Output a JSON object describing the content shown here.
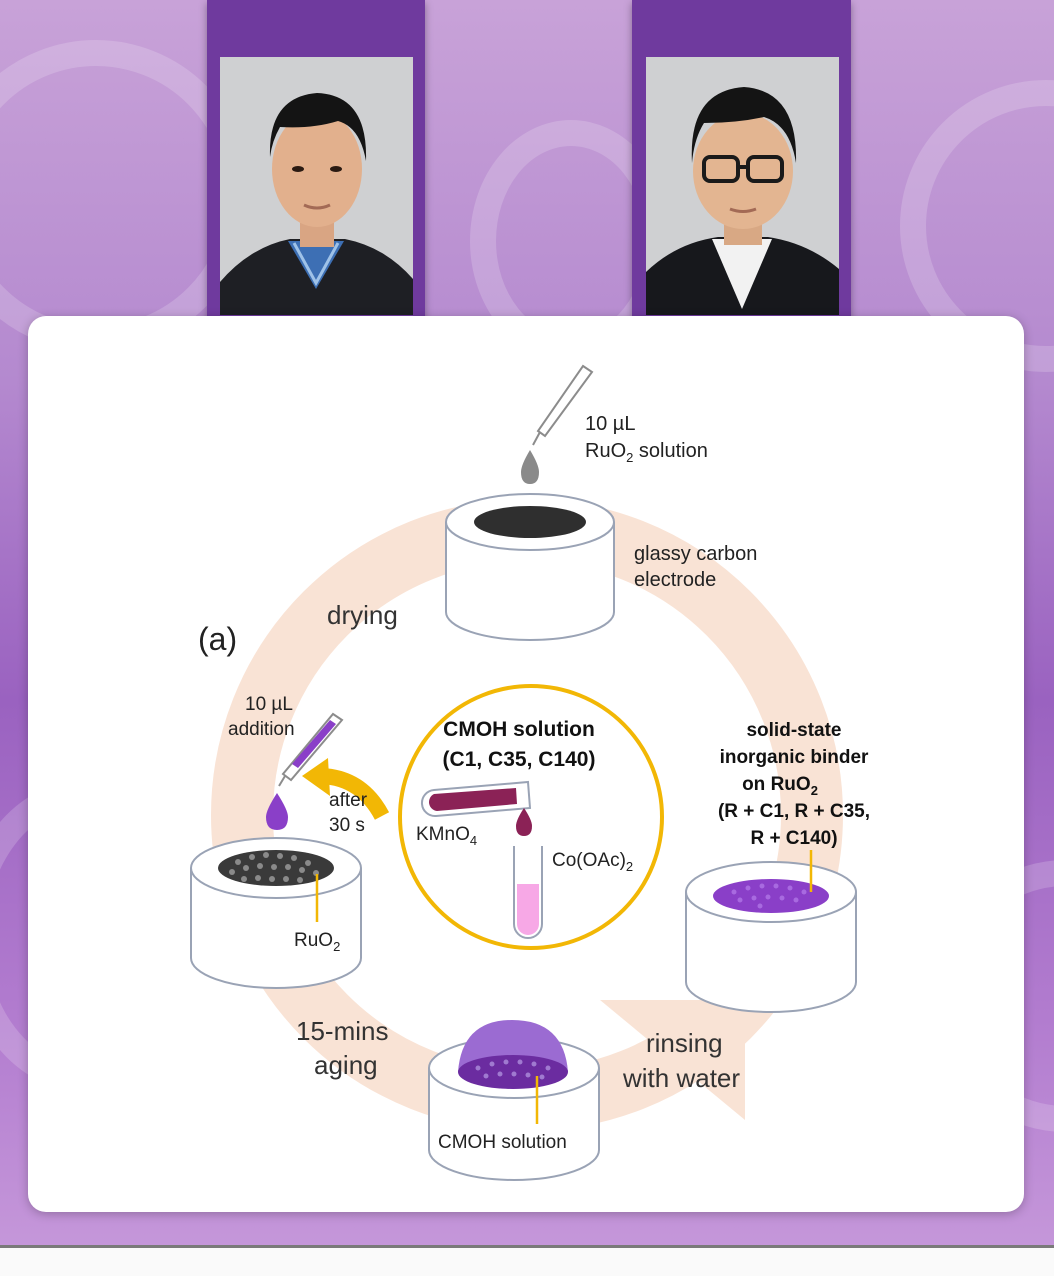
{
  "diagram": {
    "panel_label": "(a)",
    "pipette_top_label_line1": "10 µL",
    "pipette_top_label_line2": "RuO",
    "pipette_top_label_line2_sub": "2",
    "pipette_top_label_line2_tail": " solution",
    "electrode_label_line1": "glassy carbon",
    "electrode_label_line2": "electrode",
    "step_drying": "drying",
    "addition_label_line1": "10 µL",
    "addition_label_line2": "addition",
    "after_label_line1": "after",
    "after_label_line2": "30 s",
    "ruo2_label": "RuO",
    "ruo2_label_sub": "2",
    "cmoh_title_line1": "CMOH solution",
    "cmoh_title_line2": "(C1, C35, C140)",
    "kmno4_label": "KMnO",
    "kmno4_label_sub": "4",
    "cooac_label": "Co(OAc)",
    "cooac_label_sub": "2",
    "binder_line1": "solid-state",
    "binder_line2": "inorganic binder",
    "binder_line3": "on RuO",
    "binder_line3_sub": "2",
    "binder_line4": "(R + C1, R + C35,",
    "binder_line5": "R + C140)",
    "step_aging_line1": "15-mins",
    "step_aging_line2": "aging",
    "step_rinsing_line1": "rinsing",
    "step_rinsing_line2": "with water",
    "cmoh_solution_label": "CMOH solution"
  },
  "colors": {
    "frame_purple": "#6f3a9e",
    "arrow_peach": "#f9e3d5",
    "gold": "#f2b705",
    "ruo2_dark": "#3a3a3a",
    "binder_purple": "#8a3fc8",
    "kmno4_maroon": "#8b2256",
    "cooac_pink": "#f7a8e6"
  }
}
